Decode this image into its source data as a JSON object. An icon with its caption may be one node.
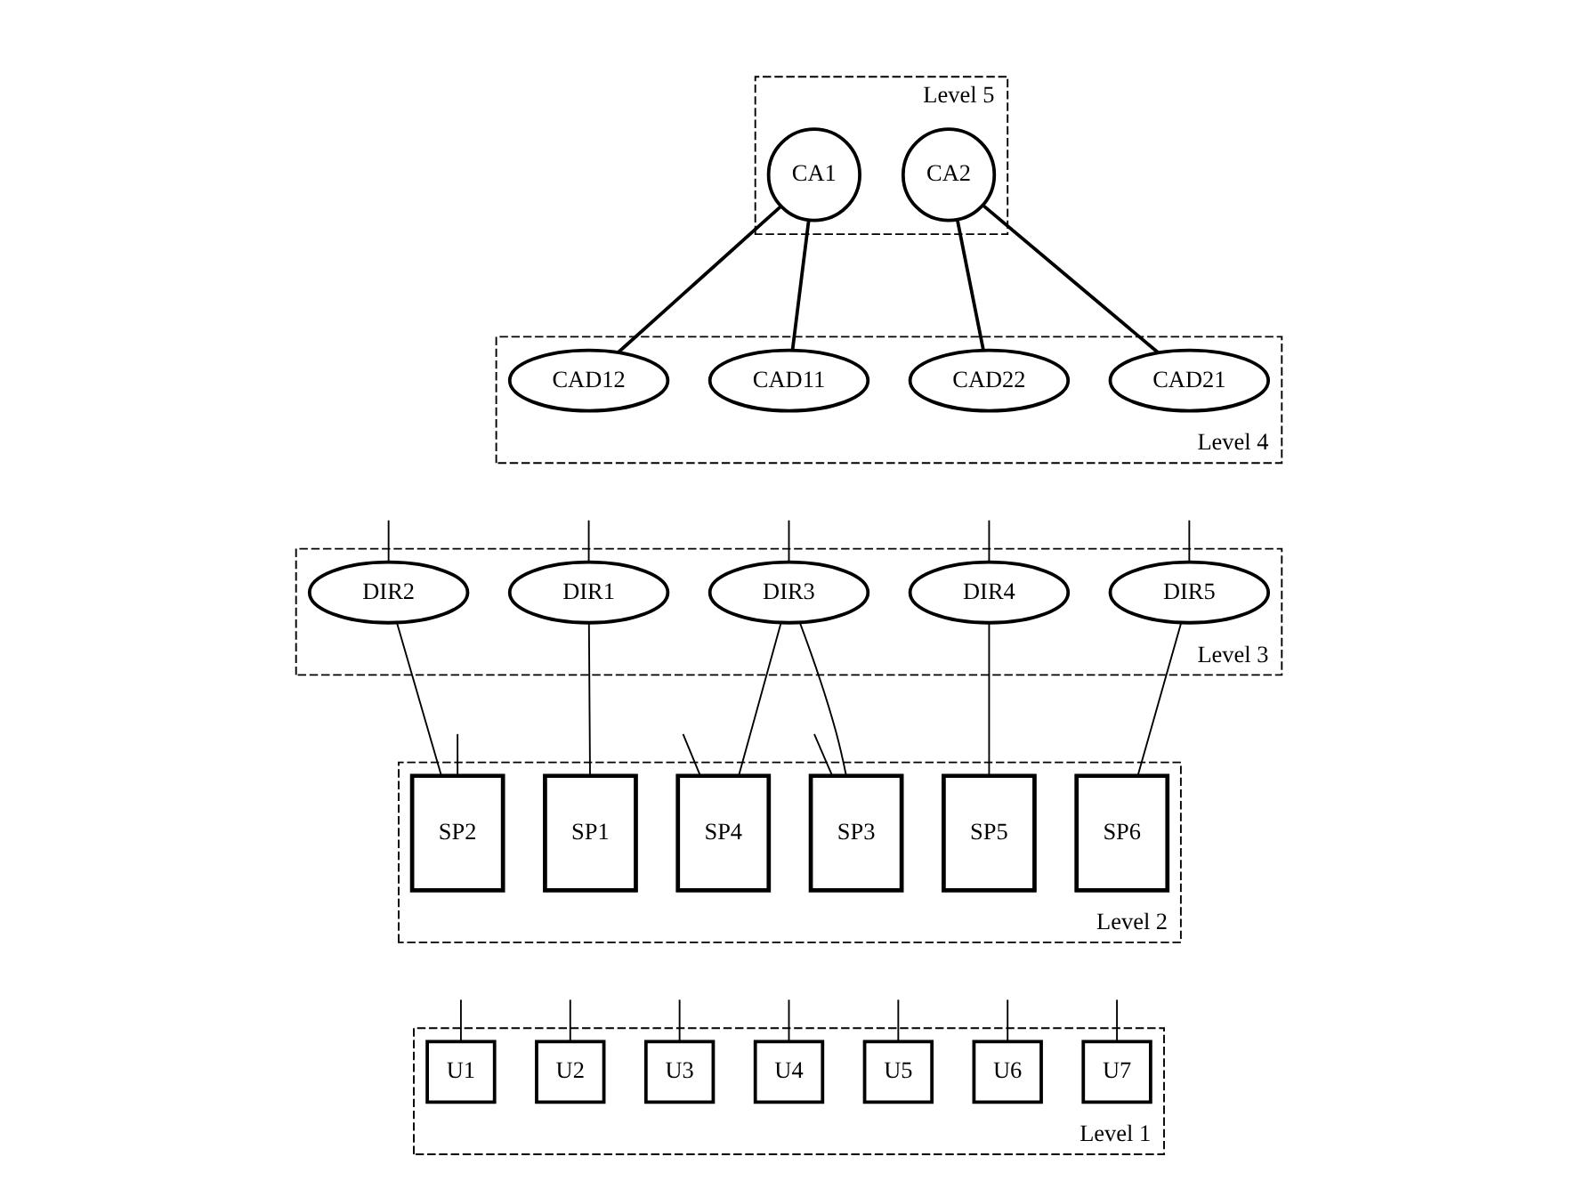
{
  "diagram": {
    "nodes": [
      {
        "text": [
          "Level 5"
        ]
      },
      {
        "text": [
          "CA1"
        ],
        "in": 0
      },
      {
        "text": [
          "CA2"
        ],
        "in": 0
      },
      {
        "text": [
          "Level 4"
        ]
      },
      {
        "text": [
          "CAD11"
        ],
        "in": 3
      },
      {
        "text": [
          "CAD12"
        ],
        "in": 3
      },
      {
        "text": [
          "CAD21"
        ],
        "in": 3
      },
      {
        "text": [
          "CAD22"
        ],
        "in": 3
      },
      {
        "text": [
          "Level 3"
        ]
      },
      {
        "text": [
          "DIR1"
        ],
        "in": 8
      },
      {
        "text": [
          "DIR2"
        ],
        "in": 8
      },
      {
        "text": [
          "DIR3"
        ],
        "in": 8
      },
      {
        "text": [
          "DIR4"
        ],
        "in": 8
      },
      {
        "text": [
          "DIR5"
        ],
        "in": 8
      },
      {
        "text": [
          "Level 2"
        ]
      },
      {
        "text": [
          "SP1"
        ],
        "in": 14
      },
      {
        "text": [
          "SP2"
        ],
        "in": 14
      },
      {
        "text": [
          "SP3"
        ],
        "in": 14
      },
      {
        "text": [
          "SP4"
        ],
        "in": 14
      },
      {
        "text": [
          "SP5"
        ],
        "in": 14
      },
      {
        "text": [
          "SP6"
        ],
        "in": 14
      },
      {
        "text": [
          "Level 1"
        ]
      },
      {
        "text": [
          "U1"
        ],
        "in": 21
      },
      {
        "text": [
          "U2"
        ],
        "in": 21
      },
      {
        "text": [
          "U3"
        ],
        "in": 21
      },
      {
        "text": [
          "U4"
        ],
        "in": 21
      },
      {
        "text": [
          "U5"
        ],
        "in": 21
      },
      {
        "text": [
          "U6"
        ],
        "in": 21
      },
      {
        "text": [
          "U7"
        ],
        "in": 21
      }
    ],
    "edges": [
      {
        "from": 1,
        "to": 4,
        "arrow": "none"
      },
      {
        "from": 1,
        "to": 5,
        "arrow": "none"
      },
      {
        "from": 2,
        "to": 6,
        "arrow": "none"
      },
      {
        "from": 2,
        "to": 7,
        "arrow": "none"
      },
      {
        "from": null,
        "to": 9,
        "arrow": "none"
      },
      {
        "from": null,
        "to": 16,
        "arrow": "none"
      },
      {
        "from": null,
        "to": 10,
        "arrow": "none"
      },
      {
        "from": null,
        "to": 17,
        "arrow": "none"
      },
      {
        "from": null,
        "to": 11,
        "arrow": "none"
      },
      {
        "from": null,
        "to": 18,
        "arrow": "none"
      },
      {
        "from": null,
        "to": 12,
        "arrow": "none"
      },
      {
        "from": null,
        "to": 13,
        "arrow": "none"
      },
      {
        "from": 9,
        "to": 15,
        "arrow": "none"
      },
      {
        "from": 10,
        "to": 16,
        "arrow": "none"
      },
      {
        "from": 11,
        "to": 17,
        "arrow": "none"
      },
      {
        "from": 11,
        "to": 18,
        "arrow": "none"
      },
      {
        "from": 12,
        "to": 19,
        "arrow": "none"
      },
      {
        "from": 13,
        "to": 20,
        "arrow": "none"
      },
      {
        "from": null,
        "to": 22,
        "arrow": "none"
      },
      {
        "from": null,
        "to": 23,
        "arrow": "none"
      },
      {
        "from": null,
        "to": 24,
        "arrow": "none"
      },
      {
        "from": null,
        "to": 25,
        "arrow": "none"
      },
      {
        "from": null,
        "to": 26,
        "arrow": "none"
      },
      {
        "from": null,
        "to": 27,
        "arrow": "none"
      },
      {
        "from": null,
        "to": 28,
        "arrow": "none"
      }
    ]
  }
}
